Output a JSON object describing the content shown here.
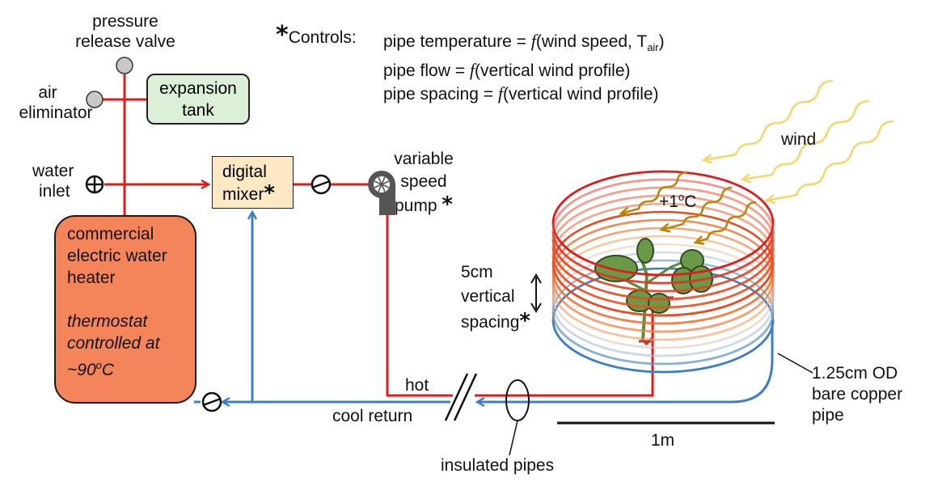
{
  "labels": {
    "pressure_valve_1": "pressure",
    "pressure_valve_2": "release valve",
    "air_eliminator_1": "air",
    "air_eliminator_2": "eliminator",
    "expansion_tank_1": "expansion",
    "expansion_tank_2": "tank",
    "water_inlet_1": "water",
    "water_inlet_2": "inlet",
    "mixer_1": "digital",
    "mixer_2": "mixer",
    "pump_1": "variable",
    "pump_2": "speed",
    "pump_3": "pump",
    "heater_1": "commercial",
    "heater_2": "electric water",
    "heater_3": "heater",
    "heater_4": "thermostat",
    "heater_5": "controlled at",
    "heater_6": "~90",
    "heater_6_sup": "o",
    "heater_6_end": "C",
    "spacing_1": "5cm",
    "spacing_2": "vertical",
    "spacing_3": "spacing",
    "hot": "hot",
    "cool_return": "cool return",
    "insulated_pipes": "insulated pipes",
    "scale": "1m",
    "pipe_1": "1.25cm OD",
    "pipe_2": "bare copper",
    "pipe_3": "pipe",
    "wind": "wind",
    "temp_rise": "+1",
    "temp_rise_sup": "o",
    "temp_rise_end": "C",
    "asterisk": "*"
  },
  "controls": {
    "heading": "Controls:",
    "line1_a": "pipe temperature = ",
    "line1_f": "f",
    "line1_b": "(wind speed, T",
    "line1_sub": "air",
    "line1_c": ")",
    "line2_a": "pipe flow = ",
    "line2_f": "f",
    "line2_b": "(vertical wind profile)",
    "line3_a": "pipe spacing = ",
    "line3_f": "f",
    "line3_b": "(vertical wind profile)"
  },
  "colors": {
    "hot_pipe": "#e01b1b",
    "cool_pipe": "#3a7fc4",
    "heater_fill": "#f4845a",
    "tank_fill": "#dcefd7",
    "mixer_fill": "#fde8c4",
    "wind_light": "#f5d76e",
    "wind_dark": "#b8860b"
  }
}
